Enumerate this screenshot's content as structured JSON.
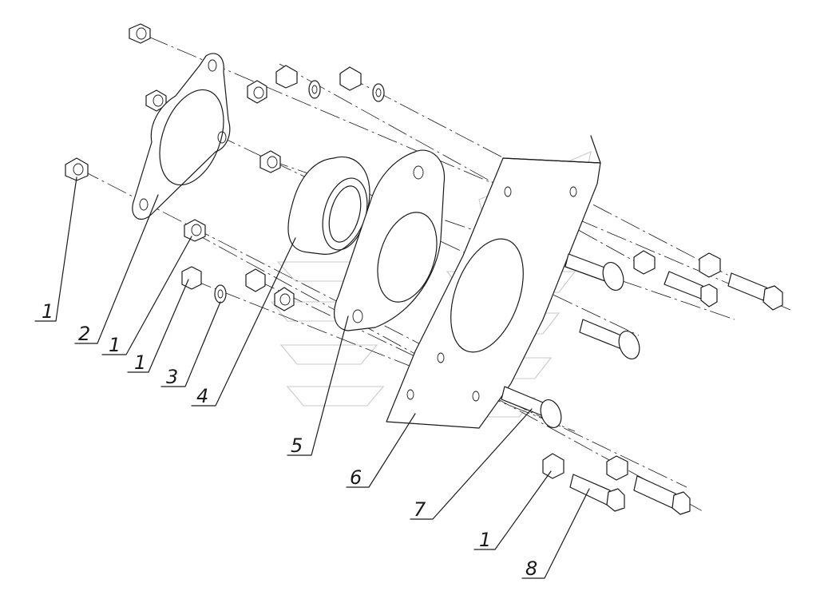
{
  "callouts": [
    {
      "id": "c1a",
      "text": "1"
    },
    {
      "id": "c2",
      "text": "2"
    },
    {
      "id": "c1b",
      "text": "1"
    },
    {
      "id": "c1c",
      "text": "1"
    },
    {
      "id": "c3",
      "text": "3"
    },
    {
      "id": "c4",
      "text": "4"
    },
    {
      "id": "c5",
      "text": "5"
    },
    {
      "id": "c6",
      "text": "6"
    },
    {
      "id": "c7",
      "text": "7"
    },
    {
      "id": "c1d",
      "text": "1"
    },
    {
      "id": "c8",
      "text": "8"
    }
  ]
}
